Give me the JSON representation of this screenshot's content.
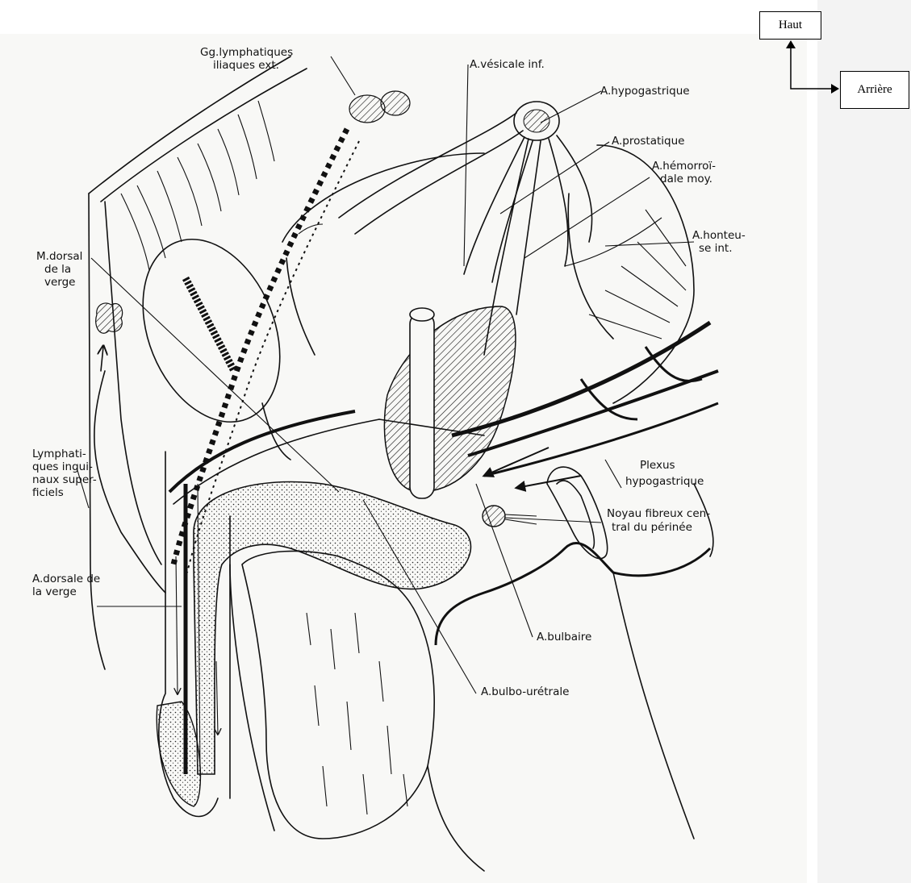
{
  "orientation": {
    "up_label": "Haut",
    "back_label": "Arrière"
  },
  "labels": {
    "gg_lymph_1": "Gg.lymphatiques",
    "gg_lymph_2": "iliaques ext.",
    "a_vesicale": "A.vésicale inf.",
    "a_hypogastrique": "A.hypogastrique",
    "a_prostatique": "A.prostatique",
    "a_hemorroi_1": "A.hémorroï-",
    "a_hemorroi_2": "dale moy.",
    "a_honteu_1": "A.honteu-",
    "a_honteu_2": "se int.",
    "m_dorsal_1": "M.dorsal",
    "m_dorsal_2": "de la",
    "m_dorsal_3": "verge",
    "lymph_ing_1": "Lymphati-",
    "lymph_ing_2": "ques ingui-",
    "lymph_ing_3": "naux super-",
    "lymph_ing_4": "ficiels",
    "plexus_1": "Plexus",
    "plexus_2": "hypogastrique",
    "noyau_1": "Noyau fibreux cen-",
    "noyau_2": "tral du périnée",
    "a_dorsale_1": "A.dorsale de",
    "a_dorsale_2": "la verge",
    "a_bulbaire": "A.bulbaire",
    "a_bulbo": "A.bulbo-urétrale"
  },
  "colors": {
    "ink": "#111111",
    "paper": "#f8f8f6",
    "gutter": "#f3f3f3"
  }
}
